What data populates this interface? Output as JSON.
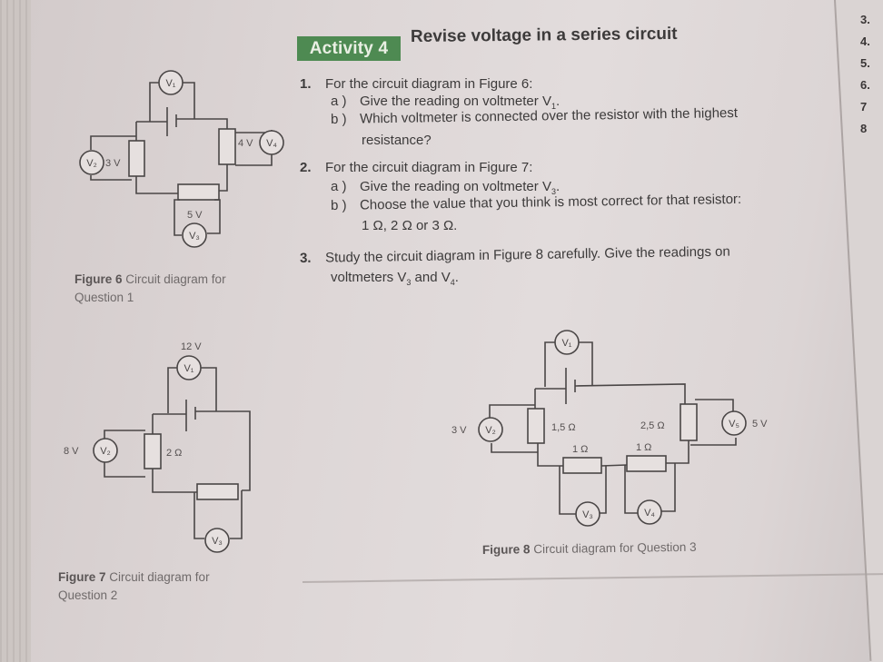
{
  "activity": {
    "badge": "Activity 4",
    "title": "Revise voltage in a series circuit"
  },
  "questions": [
    {
      "number": "1.",
      "text": "For the circuit diagram in Figure 6:",
      "parts": [
        {
          "label": "a )",
          "text": "Give the reading on voltmeter V",
          "subscript": "1",
          "suffix": "."
        },
        {
          "label": "b )",
          "text": "Which voltmeter is connected over the resistor with the highest",
          "continuation": "resistance?"
        }
      ]
    },
    {
      "number": "2.",
      "text": "For the circuit diagram in Figure 7:",
      "parts": [
        {
          "label": "a )",
          "text": "Give the reading on voltmeter V",
          "subscript": "3",
          "suffix": "."
        },
        {
          "label": "b )",
          "text": "Choose the value that you think is most correct for that resistor:",
          "continuation": "1 Ω, 2 Ω or 3 Ω."
        }
      ]
    },
    {
      "number": "3.",
      "text": "Study the circuit diagram in Figure 8 carefully. Give the readings on",
      "continuation_pre": "voltmeters V",
      "sub_a": "3",
      "and": " and V",
      "sub_b": "4",
      "suffix": "."
    }
  ],
  "figures": {
    "fig6": {
      "caption_label": "Figure 6",
      "caption_text": "Circuit diagram for",
      "caption_line2": "Question 1",
      "voltmeters": [
        "V1",
        "V2",
        "V3",
        "V4"
      ],
      "readings": {
        "V2": "3 V",
        "V3": "5 V",
        "V4": "4 V"
      }
    },
    "fig7": {
      "caption_label": "Figure 7",
      "caption_text": "Circuit diagram for",
      "caption_line2": "Question 2",
      "voltmeters": [
        "V1",
        "V2",
        "V3"
      ],
      "readings": {
        "V1": "12 V",
        "V2": "8 V"
      },
      "resistor": "2 Ω"
    },
    "fig8": {
      "caption_label": "Figure 8",
      "caption_text": "Circuit diagram for Question 3",
      "voltmeters": [
        "V1",
        "V2",
        "V3",
        "V4",
        "V5"
      ],
      "readings": {
        "V2": "3 V",
        "V5": "5 V"
      },
      "resistors": {
        "left": "1,5 Ω",
        "right": "2,5 Ω",
        "bottom_left": "1 Ω",
        "bottom_right": "1 Ω"
      }
    }
  },
  "adjacent_page_numbers": [
    "3.",
    "4.",
    "5.",
    "6.",
    "7",
    "8"
  ],
  "colors": {
    "badge_bg": "#4e8a52",
    "badge_text": "#e9efe3",
    "text": "#3c3a3a",
    "caption": "#6f6a6a",
    "paper": "#ddd6d6"
  }
}
